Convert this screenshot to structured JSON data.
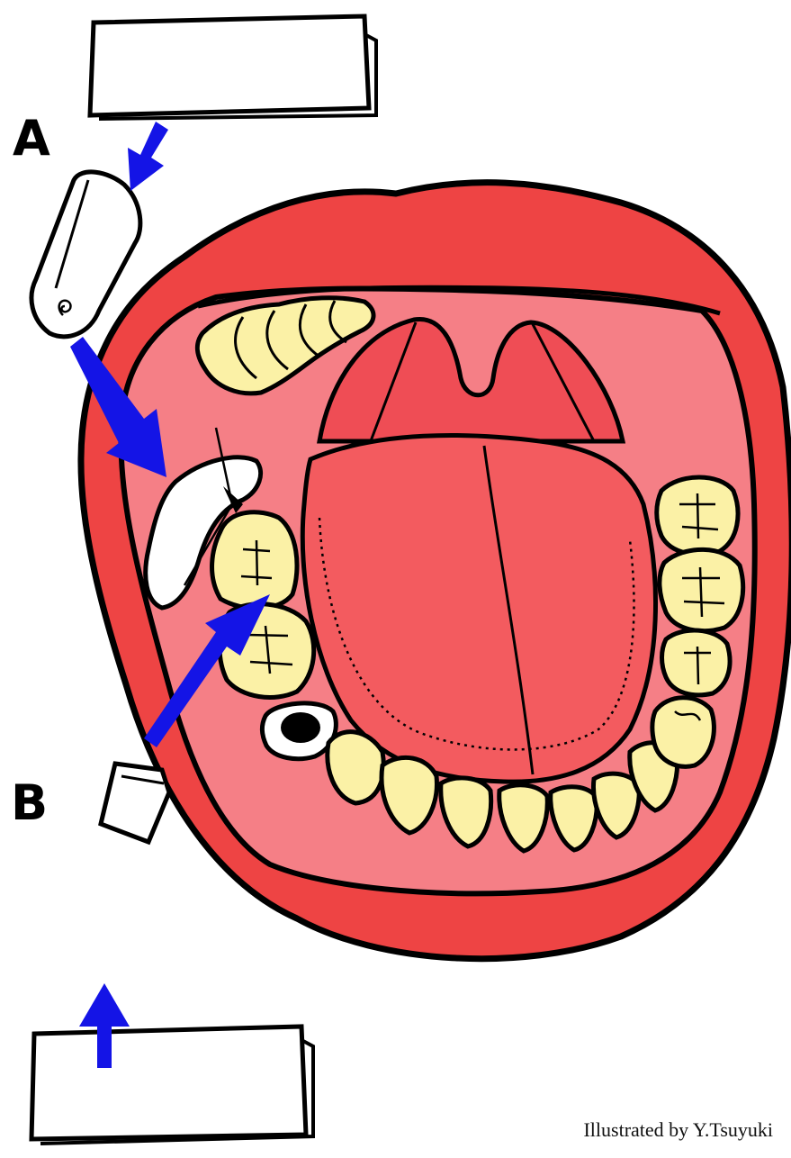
{
  "labels": {
    "a": "A",
    "b": "B"
  },
  "credit": "Illustrated by Y.Tsuyuki",
  "colors": {
    "lip": "#ee4444",
    "oral_cavity": "#f57f86",
    "tongue": "#f35b5f",
    "tooth": "#fbf1a6",
    "arrow": "#1414e6",
    "outline": "#000000",
    "gauze": "#ffffff"
  },
  "icons": {
    "gauze_pad_a": "gauze-pad-icon",
    "gauze_roll": "cotton-roll-icon",
    "gauze_pad_b": "gauze-pad-icon",
    "gauze_piece": "gauze-piece-icon"
  }
}
